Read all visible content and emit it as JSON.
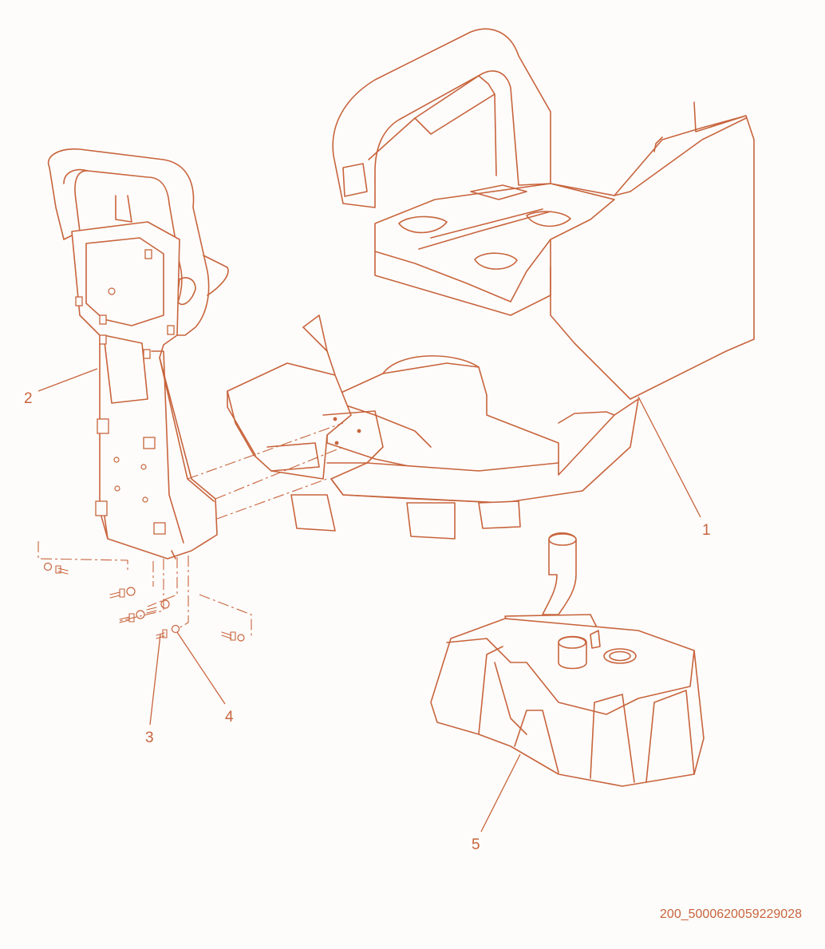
{
  "diagram": {
    "callouts": [
      {
        "id": "1",
        "label": "1"
      },
      {
        "id": "2",
        "label": "2"
      },
      {
        "id": "3",
        "label": "3"
      },
      {
        "id": "4",
        "label": "4"
      },
      {
        "id": "5",
        "label": "5"
      }
    ],
    "drawing_id": "200_5000620059229028",
    "colors": {
      "line": "#c8643c",
      "background": "#fdfcfb"
    }
  }
}
